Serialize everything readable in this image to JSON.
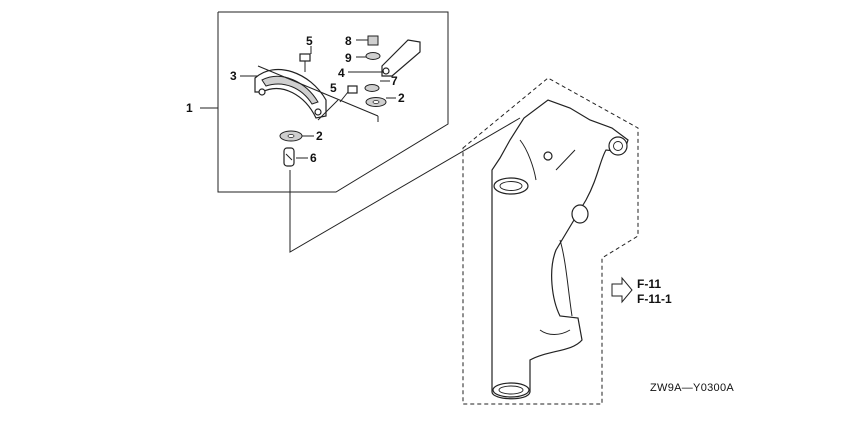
{
  "diagram": {
    "part_numbers": [
      "1",
      "2",
      "2",
      "3",
      "4",
      "5",
      "5",
      "6",
      "7",
      "8",
      "9"
    ],
    "references": [
      "F-11",
      "F-11-1"
    ],
    "drawing_code": "ZW9A—Y0300A"
  },
  "icons": {
    "reference_arrow": "arrow-right-outline-icon"
  }
}
